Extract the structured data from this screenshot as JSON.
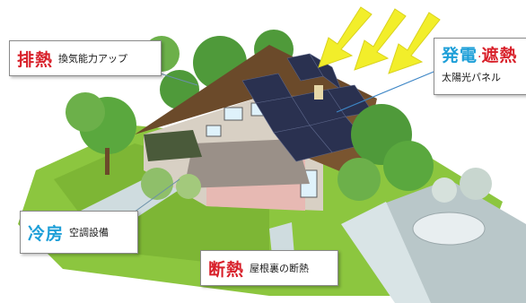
{
  "callouts": {
    "exhaust": {
      "title": "排熱",
      "desc": "換気能力アップ"
    },
    "generation": {
      "title_a": "発電",
      "sep": "·",
      "title_b": "遮熱",
      "desc": "太陽光パネル"
    },
    "cooling": {
      "title": "冷房",
      "desc": "空調設備"
    },
    "insulation": {
      "title": "断熱",
      "desc": "屋根裏の断熱"
    }
  },
  "colors": {
    "red_title": "#d8202a",
    "blue_title": "#1e9fd8",
    "sun_ray": "#f2ee2a",
    "solar_panel": "#2a3150",
    "roof": "#6b4a2a",
    "lawn": "#8cc63f",
    "road": "#b9c7c9"
  },
  "icons": [
    "sun-ray-arrow",
    "leader-line"
  ]
}
